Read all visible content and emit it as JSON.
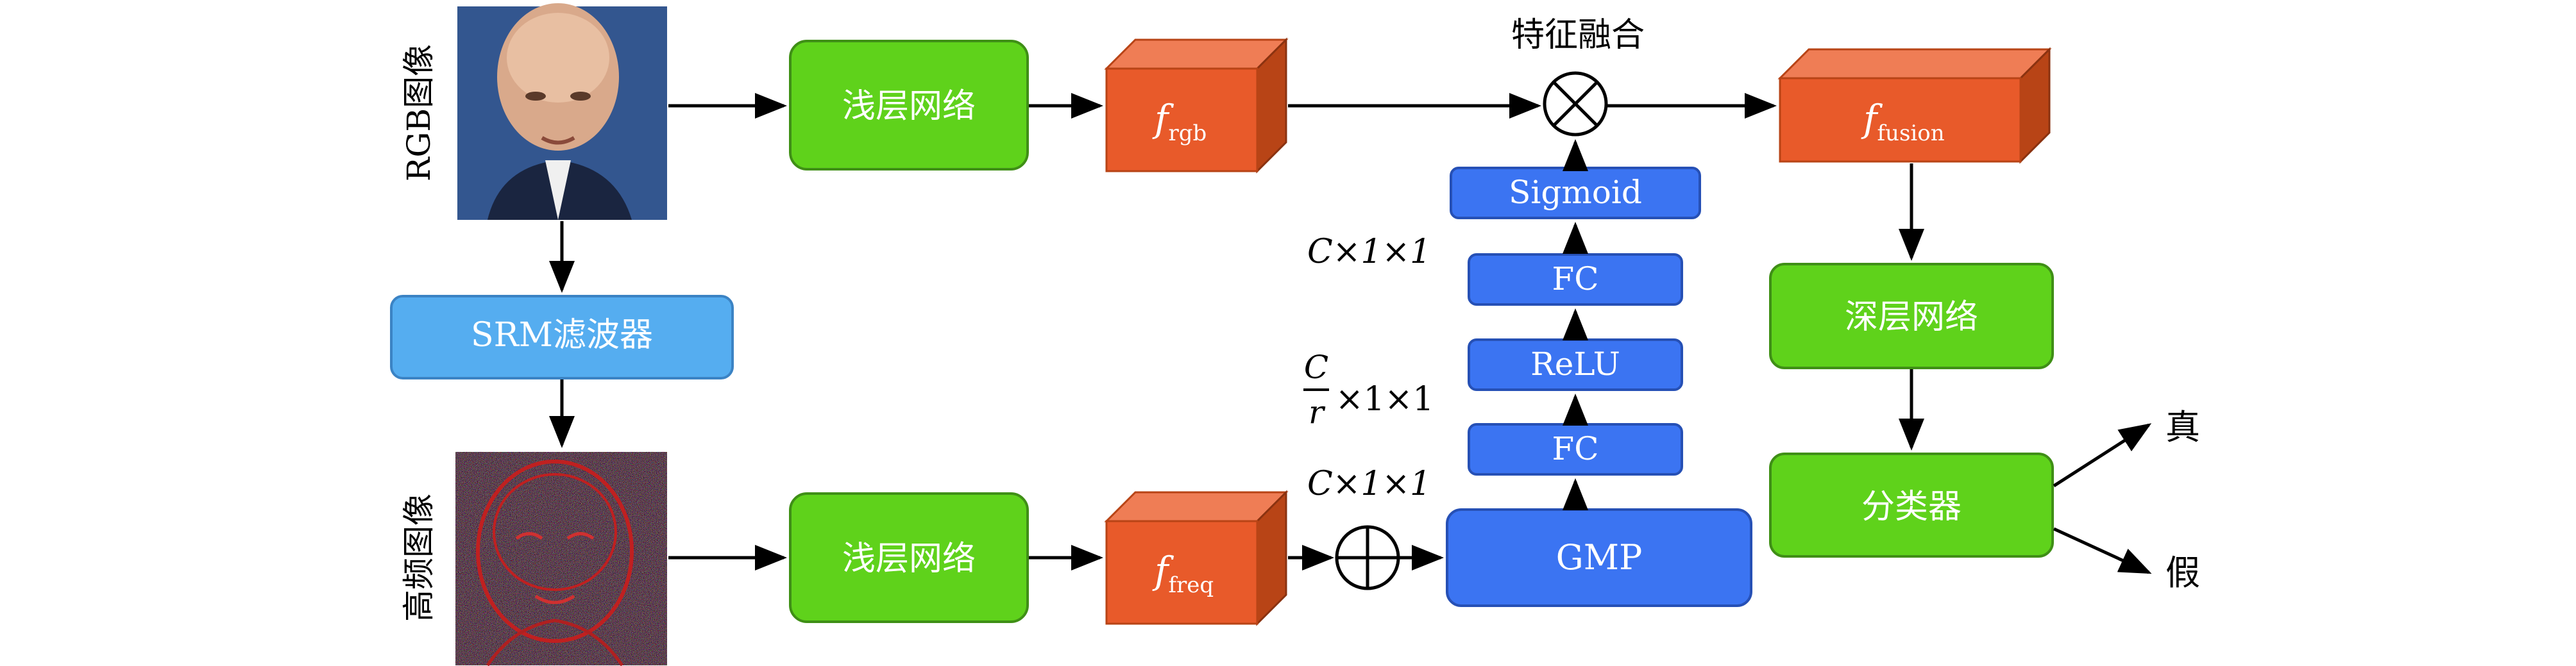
{
  "inputs": {
    "rgb_label": "RGB图像",
    "freq_label": "高频图像"
  },
  "nodes": {
    "srm": "SRM滤波器",
    "shallow_top": "浅层网络",
    "shallow_bottom": "浅层网络",
    "deep": "深层网络",
    "classifier": "分类器",
    "gmp": "GMP",
    "fc1": "FC",
    "relu": "ReLU",
    "fc2": "FC",
    "sigmoid": "Sigmoid",
    "fusion_title": "特征融合"
  },
  "features": {
    "rgb": {
      "base": "f",
      "sub": "rgb"
    },
    "freq": {
      "base": "f",
      "sub": "freq"
    },
    "fusion": {
      "base": "f",
      "sub": "fusion"
    }
  },
  "dims": {
    "d1": "C×1×1",
    "d2_num": "C",
    "d2_den": "r",
    "d2_rest": "×1×1",
    "d3": "C×1×1"
  },
  "outputs": {
    "real": "真",
    "fake": "假"
  },
  "colors": {
    "green": "#5fd21b",
    "green_stroke": "#3f8f16",
    "blue": "#3b74f2",
    "blue_stroke": "#2650b5",
    "light_blue": "#55adf0",
    "light_blue_stroke": "#3b83c4",
    "orange_front": "#e85a2a",
    "orange_top": "#ef7d55",
    "orange_side": "#b84416"
  }
}
